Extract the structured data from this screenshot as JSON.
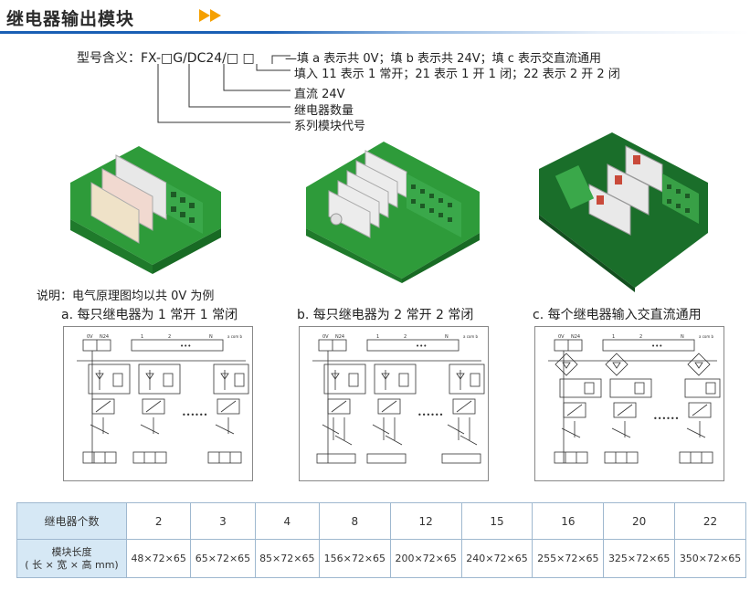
{
  "header": {
    "title": "继电器输出模块",
    "accent": "#1a5fb4",
    "arrow_color": "#f5a000"
  },
  "model": {
    "lead": "型号含义：FX-□G/DC24/□ □",
    "lines": [
      "—填 a 表示共 0V；填 b 表示共 24V；填 c 表示交直流通用",
      "填入 11 表示 1 常开；21 表示 1 开 1 闭；22 表示 2 开 2 闭",
      "直流 24V",
      "继电器数量",
      "系列模块代号"
    ]
  },
  "explain": {
    "note": "说明：电气原理图均以共 0V 为例",
    "titles": [
      "a. 每只继电器为 1 常开 1 常闭",
      "b. 每只继电器为 2 常开 2 常闭",
      "c. 每个继电器输入交直流通用"
    ]
  },
  "diagram": {
    "bus_labels": [
      "0V",
      "N24"
    ],
    "channel_labels": [
      "1",
      "2",
      "N"
    ],
    "com_label": "a com b",
    "ellipsis": "••••••",
    "dots": "•••"
  },
  "table": {
    "row1_label": "继电器个数",
    "row2_label_line1": "模块长度",
    "row2_label_line2": "( 长 × 宽 × 高 mm)",
    "counts": [
      "2",
      "3",
      "4",
      "8",
      "12",
      "15",
      "16",
      "20",
      "22"
    ],
    "sizes": [
      "48×72×65",
      "65×72×65",
      "85×72×65",
      "156×72×65",
      "200×72×65",
      "240×72×65",
      "255×72×65",
      "325×72×65",
      "350×72×65"
    ]
  }
}
